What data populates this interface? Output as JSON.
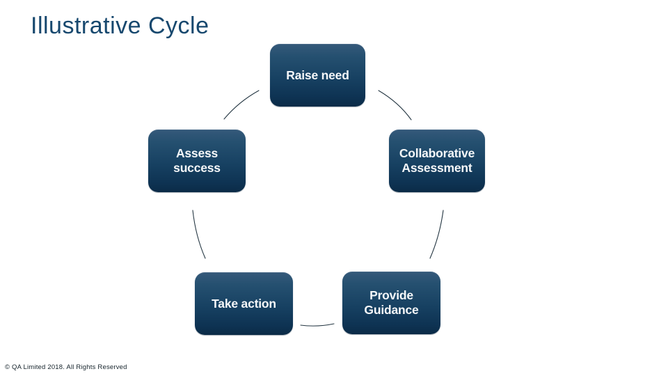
{
  "slide": {
    "title": "Illustrative Cycle",
    "footer": "© QA Limited 2018. All Rights Reserved"
  },
  "diagram": {
    "type": "cycle",
    "nodes": [
      {
        "id": "raise-need",
        "label": "Raise need"
      },
      {
        "id": "collaborative-assessment",
        "label": "Collaborative\nAssessment"
      },
      {
        "id": "provide-guidance",
        "label": "Provide\nGuidance"
      },
      {
        "id": "take-action",
        "label": "Take action"
      },
      {
        "id": "assess-success",
        "label": "Assess\nsuccess"
      }
    ],
    "edges": [
      {
        "between": [
          "raise-need",
          "collaborative-assessment"
        ]
      },
      {
        "between": [
          "collaborative-assessment",
          "provide-guidance"
        ]
      },
      {
        "between": [
          "provide-guidance",
          "take-action"
        ]
      },
      {
        "between": [
          "take-action",
          "assess-success"
        ]
      },
      {
        "between": [
          "assess-success",
          "raise-need"
        ]
      }
    ],
    "colors": {
      "node_gradient_top": "#35597a",
      "node_gradient_bottom": "#0b2b47",
      "node_text": "#ffffff",
      "connector": "#243642",
      "title_text": "#17486e",
      "footer_text": "#15232b",
      "background": "#ffffff"
    }
  }
}
